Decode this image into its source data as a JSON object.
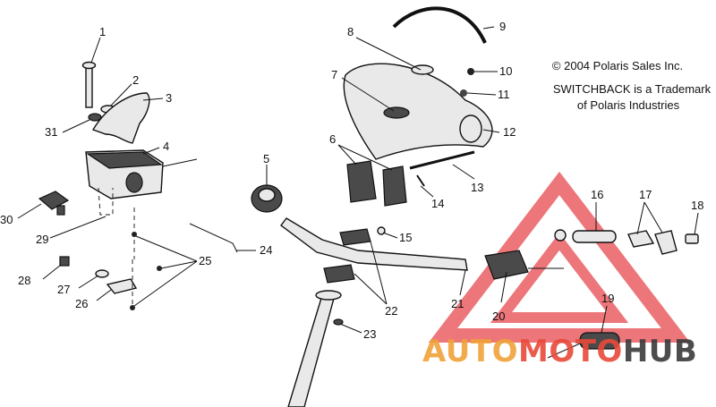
{
  "notice": {
    "copyright": "© 2004 Polaris Sales Inc.",
    "trademark_line1": "SWITCHBACK is a Trademark",
    "trademark_line2": "of Polaris Industries"
  },
  "watermark": {
    "part1": "AUTO",
    "part2": "MOTO",
    "part3": "HUB",
    "color_main": "#f0a23a",
    "color_accent": "#e84a3a",
    "color_dark": "#3a3a3a"
  },
  "callouts": {
    "c1": "1",
    "c2": "2",
    "c3": "3",
    "c4": "4",
    "c5": "5",
    "c6": "6",
    "c7": "7",
    "c8": "8",
    "c9": "9",
    "c10": "10",
    "c11": "11",
    "c12": "12",
    "c13": "13",
    "c14": "14",
    "c15": "15",
    "c16": "16",
    "c17": "17",
    "c18": "18",
    "c19": "19",
    "c20": "20",
    "c21": "21",
    "c22": "22",
    "c23": "23",
    "c24": "24",
    "c25": "25",
    "c26": "26",
    "c27": "27",
    "c28": "28",
    "c29": "29",
    "c30": "30",
    "c31": "31"
  }
}
